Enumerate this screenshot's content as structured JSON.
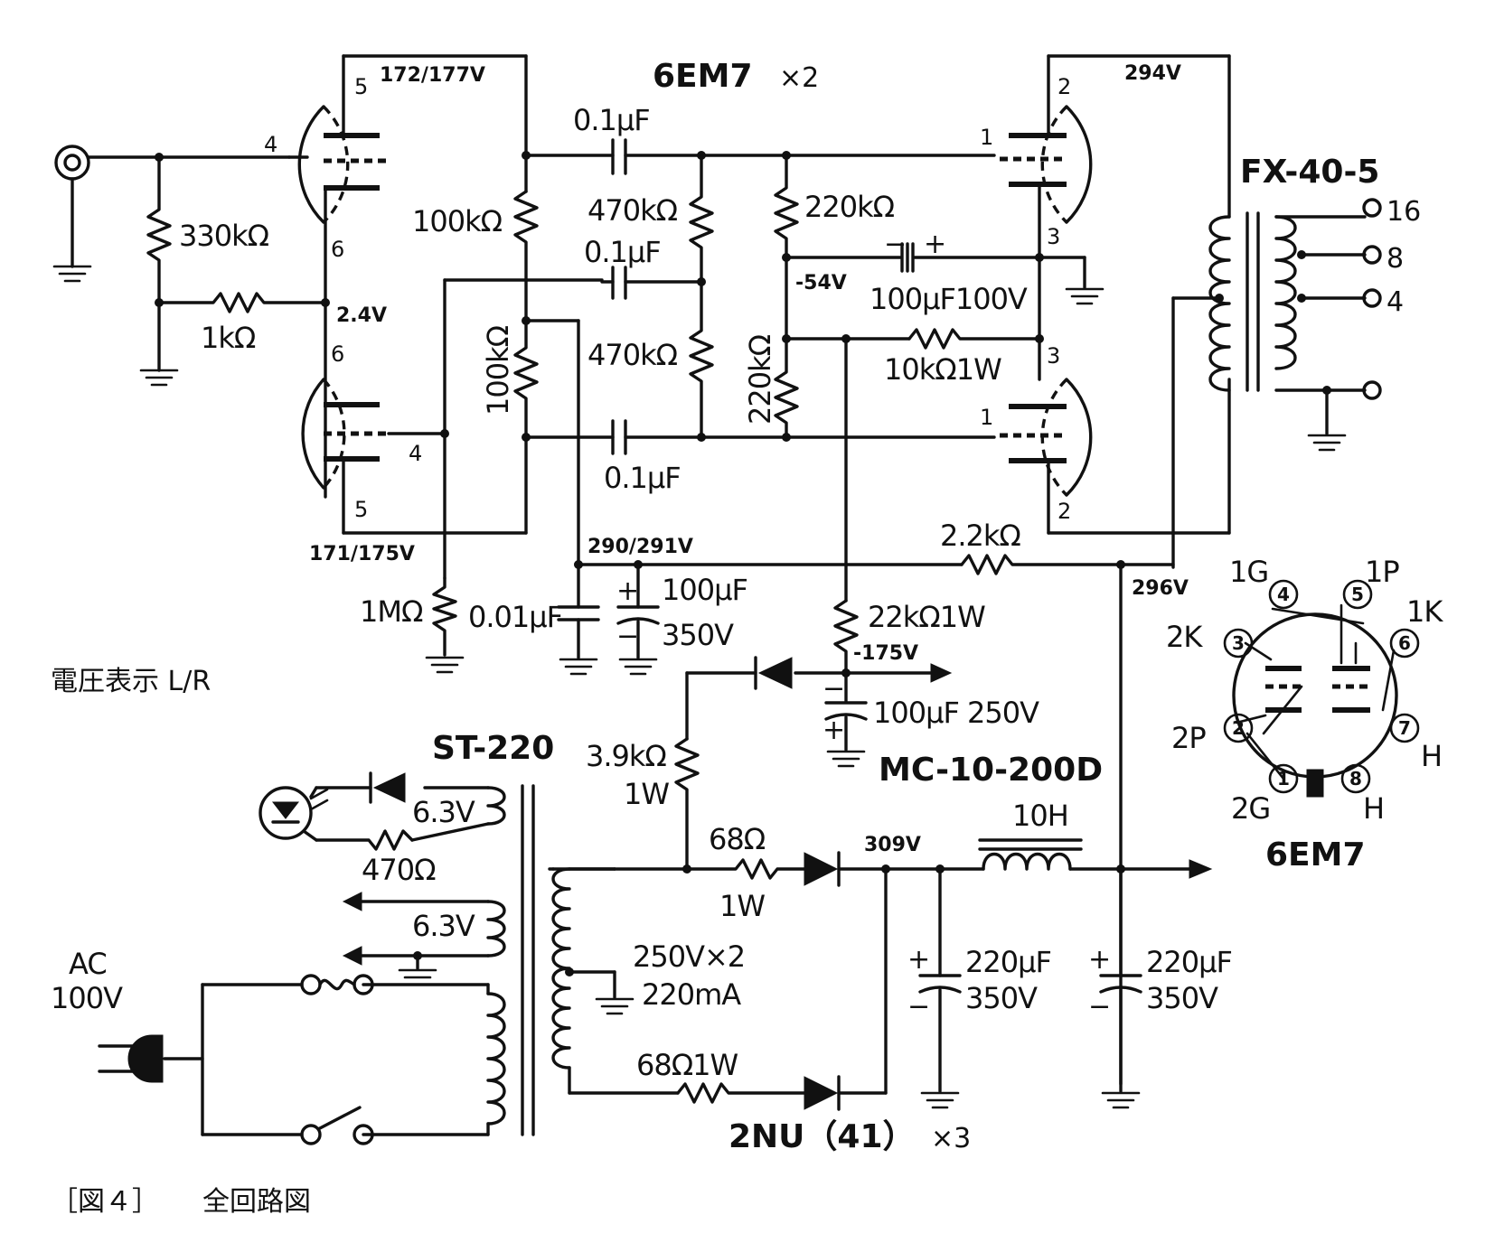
{
  "tubes": {
    "type_label": "6EM7",
    "count_label": "×2",
    "pins": {
      "in1_grid": "4",
      "in1_plate": "5",
      "in1_cath": "6",
      "in2_grid": "4",
      "in2_plate": "5",
      "in2_cath": "6",
      "out1_plate": "2",
      "out1_grid": "1",
      "out1_cath": "3",
      "out2_plate": "2",
      "out2_grid": "1",
      "out2_cath": "3"
    }
  },
  "voltages": {
    "v1": "172/177V",
    "v2": "171/175V",
    "v3": "2.4V",
    "v4": "294V",
    "v5": "-54V",
    "v6": "290/291V",
    "v7": "296V",
    "v8": "-175V",
    "v9": "309V"
  },
  "components": {
    "r330k": "330kΩ",
    "r1k": "1kΩ",
    "r100k_a": "100kΩ",
    "r100k_b": "100kΩ",
    "c01_a": "0.1μF",
    "c01_b": "0.1μF",
    "c01_c": "0.1μF",
    "r470k_a": "470kΩ",
    "r470k_b": "470kΩ",
    "r220k_a": "220kΩ",
    "r220k_b": "220kΩ",
    "c100_100": "100μF100V",
    "r10k": "10kΩ1W",
    "r1m": "1MΩ",
    "c001": "0.01μF",
    "c100_350_a": "100μF",
    "c100_350_b": "350V",
    "r22k": "2.2kΩ",
    "r22k1w": "22kΩ1W",
    "c100_250": "100μF 250V",
    "r39k_a": "3.9kΩ",
    "r39k_b": "1W",
    "r68_a": "68Ω",
    "r68_b": "1W",
    "r68_1w": "68Ω1W",
    "choke": "10H",
    "c220_a1": "220μF",
    "c220_a2": "350V",
    "c220_b1": "220μF",
    "c220_b2": "350V",
    "r470": "470Ω",
    "v63_a": "6.3V",
    "v63_b": "6.3V",
    "tr_sec_1": "250V×2",
    "tr_sec_2": "220mA",
    "ac_1": "AC",
    "ac_2": "100V"
  },
  "parts": {
    "output_transformer": "FX-40-5",
    "power_transformer": "ST-220",
    "choke_part": "MC-10-200D",
    "rectifier": "2NU（41）",
    "rectifier_count": "×3",
    "tap16": "16",
    "tap8": "8",
    "tap4": "4"
  },
  "pinout": {
    "title": "6EM7",
    "labels": {
      "g1": "1G",
      "p1": "1P",
      "k1": "1K",
      "k2": "2K",
      "p2": "2P",
      "g2": "2G",
      "h1": "H",
      "h2": "H"
    },
    "pins": [
      "1",
      "2",
      "3",
      "4",
      "5",
      "6",
      "7",
      "8"
    ]
  },
  "notes": {
    "voltage_note": "電圧表示 L/R",
    "caption_fig": "［図４］",
    "caption_title": "全回路図"
  }
}
